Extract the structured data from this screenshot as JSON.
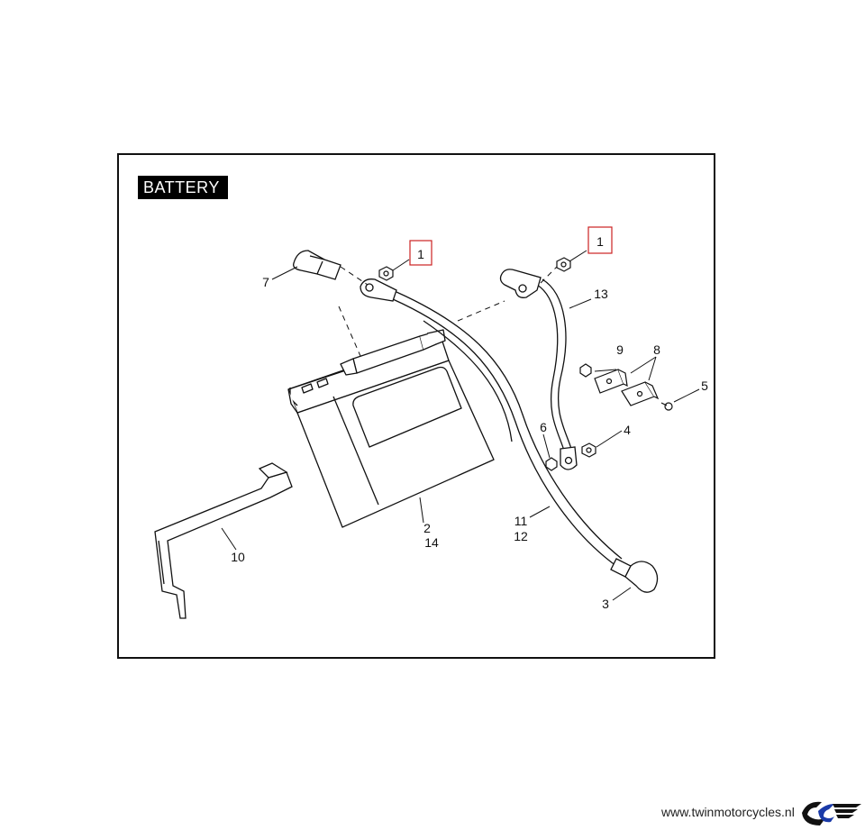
{
  "diagram": {
    "title": "BATTERY",
    "callouts": [
      {
        "id": "part-1-left",
        "text": "1",
        "boxed": true
      },
      {
        "id": "part-1-right",
        "text": "1",
        "boxed": true
      },
      {
        "id": "part-2",
        "text": "2"
      },
      {
        "id": "part-14",
        "text": "14"
      },
      {
        "id": "part-3",
        "text": "3"
      },
      {
        "id": "part-4",
        "text": "4"
      },
      {
        "id": "part-5",
        "text": "5"
      },
      {
        "id": "part-6",
        "text": "6"
      },
      {
        "id": "part-7",
        "text": "7"
      },
      {
        "id": "part-8",
        "text": "8"
      },
      {
        "id": "part-9",
        "text": "9"
      },
      {
        "id": "part-10",
        "text": "10"
      },
      {
        "id": "part-11",
        "text": "11"
      },
      {
        "id": "part-12",
        "text": "12"
      },
      {
        "id": "part-13",
        "text": "13"
      }
    ],
    "colors": {
      "line": "#111111",
      "callout_box": "#cc2222",
      "title_bg": "#000000"
    }
  },
  "footer": {
    "url_text": "www.twinmotorcycles.nl",
    "logo_icon": "twin-motorcycles-logo-icon"
  }
}
